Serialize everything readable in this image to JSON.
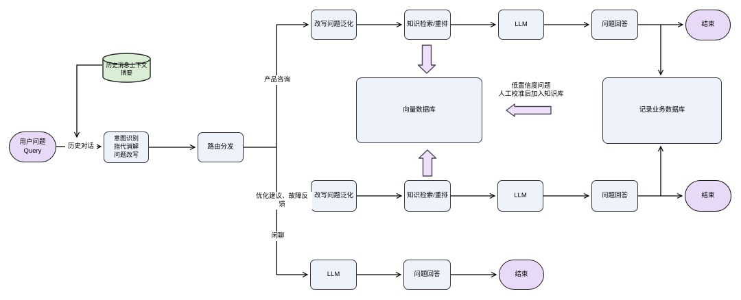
{
  "nodes": {
    "query": "用户问题\nQuery",
    "history_summary": "历史消息上下文\n摘要",
    "intent": "意图识别\n指代消解\n问题改写",
    "router": "路由分发",
    "rewrite_product": "改写问题泛化",
    "retrieve_product": "知识检索/重排",
    "llm_product": "LLM",
    "answer_product": "问题回答",
    "end_product": "结束",
    "vector_db": "向量数据库",
    "record_db": "记录业务数据库",
    "rewrite_feedback": "改写问题泛化",
    "retrieve_feedback": "知识检索/重排",
    "llm_feedback": "LLM",
    "answer_feedback": "问题回答",
    "end_feedback": "结束",
    "llm_chat": "LLM",
    "answer_chat": "问题回答",
    "end_chat": "结束"
  },
  "edge_labels": {
    "history_dialog": "历史对话",
    "branch_product": "产品咨询",
    "branch_feedback": "优化建议、故障反馈",
    "branch_chitchat": "闲聊",
    "low_confidence": "低置信度问题\n人工校准后加入知识库"
  },
  "colors": {
    "background": "#ffffff",
    "box_fill": "#edf2fb",
    "box_stroke": "#33383f",
    "terminator_fill": "#e8d9f7",
    "terminator_stroke": "#1a1a1a",
    "cylinder_fill": "#d9eed4",
    "cylinder_stroke": "#222222",
    "block_arrow_fill": "#ece1f9",
    "block_arrow_stroke": "#4d4457",
    "line_color": "#000000"
  }
}
